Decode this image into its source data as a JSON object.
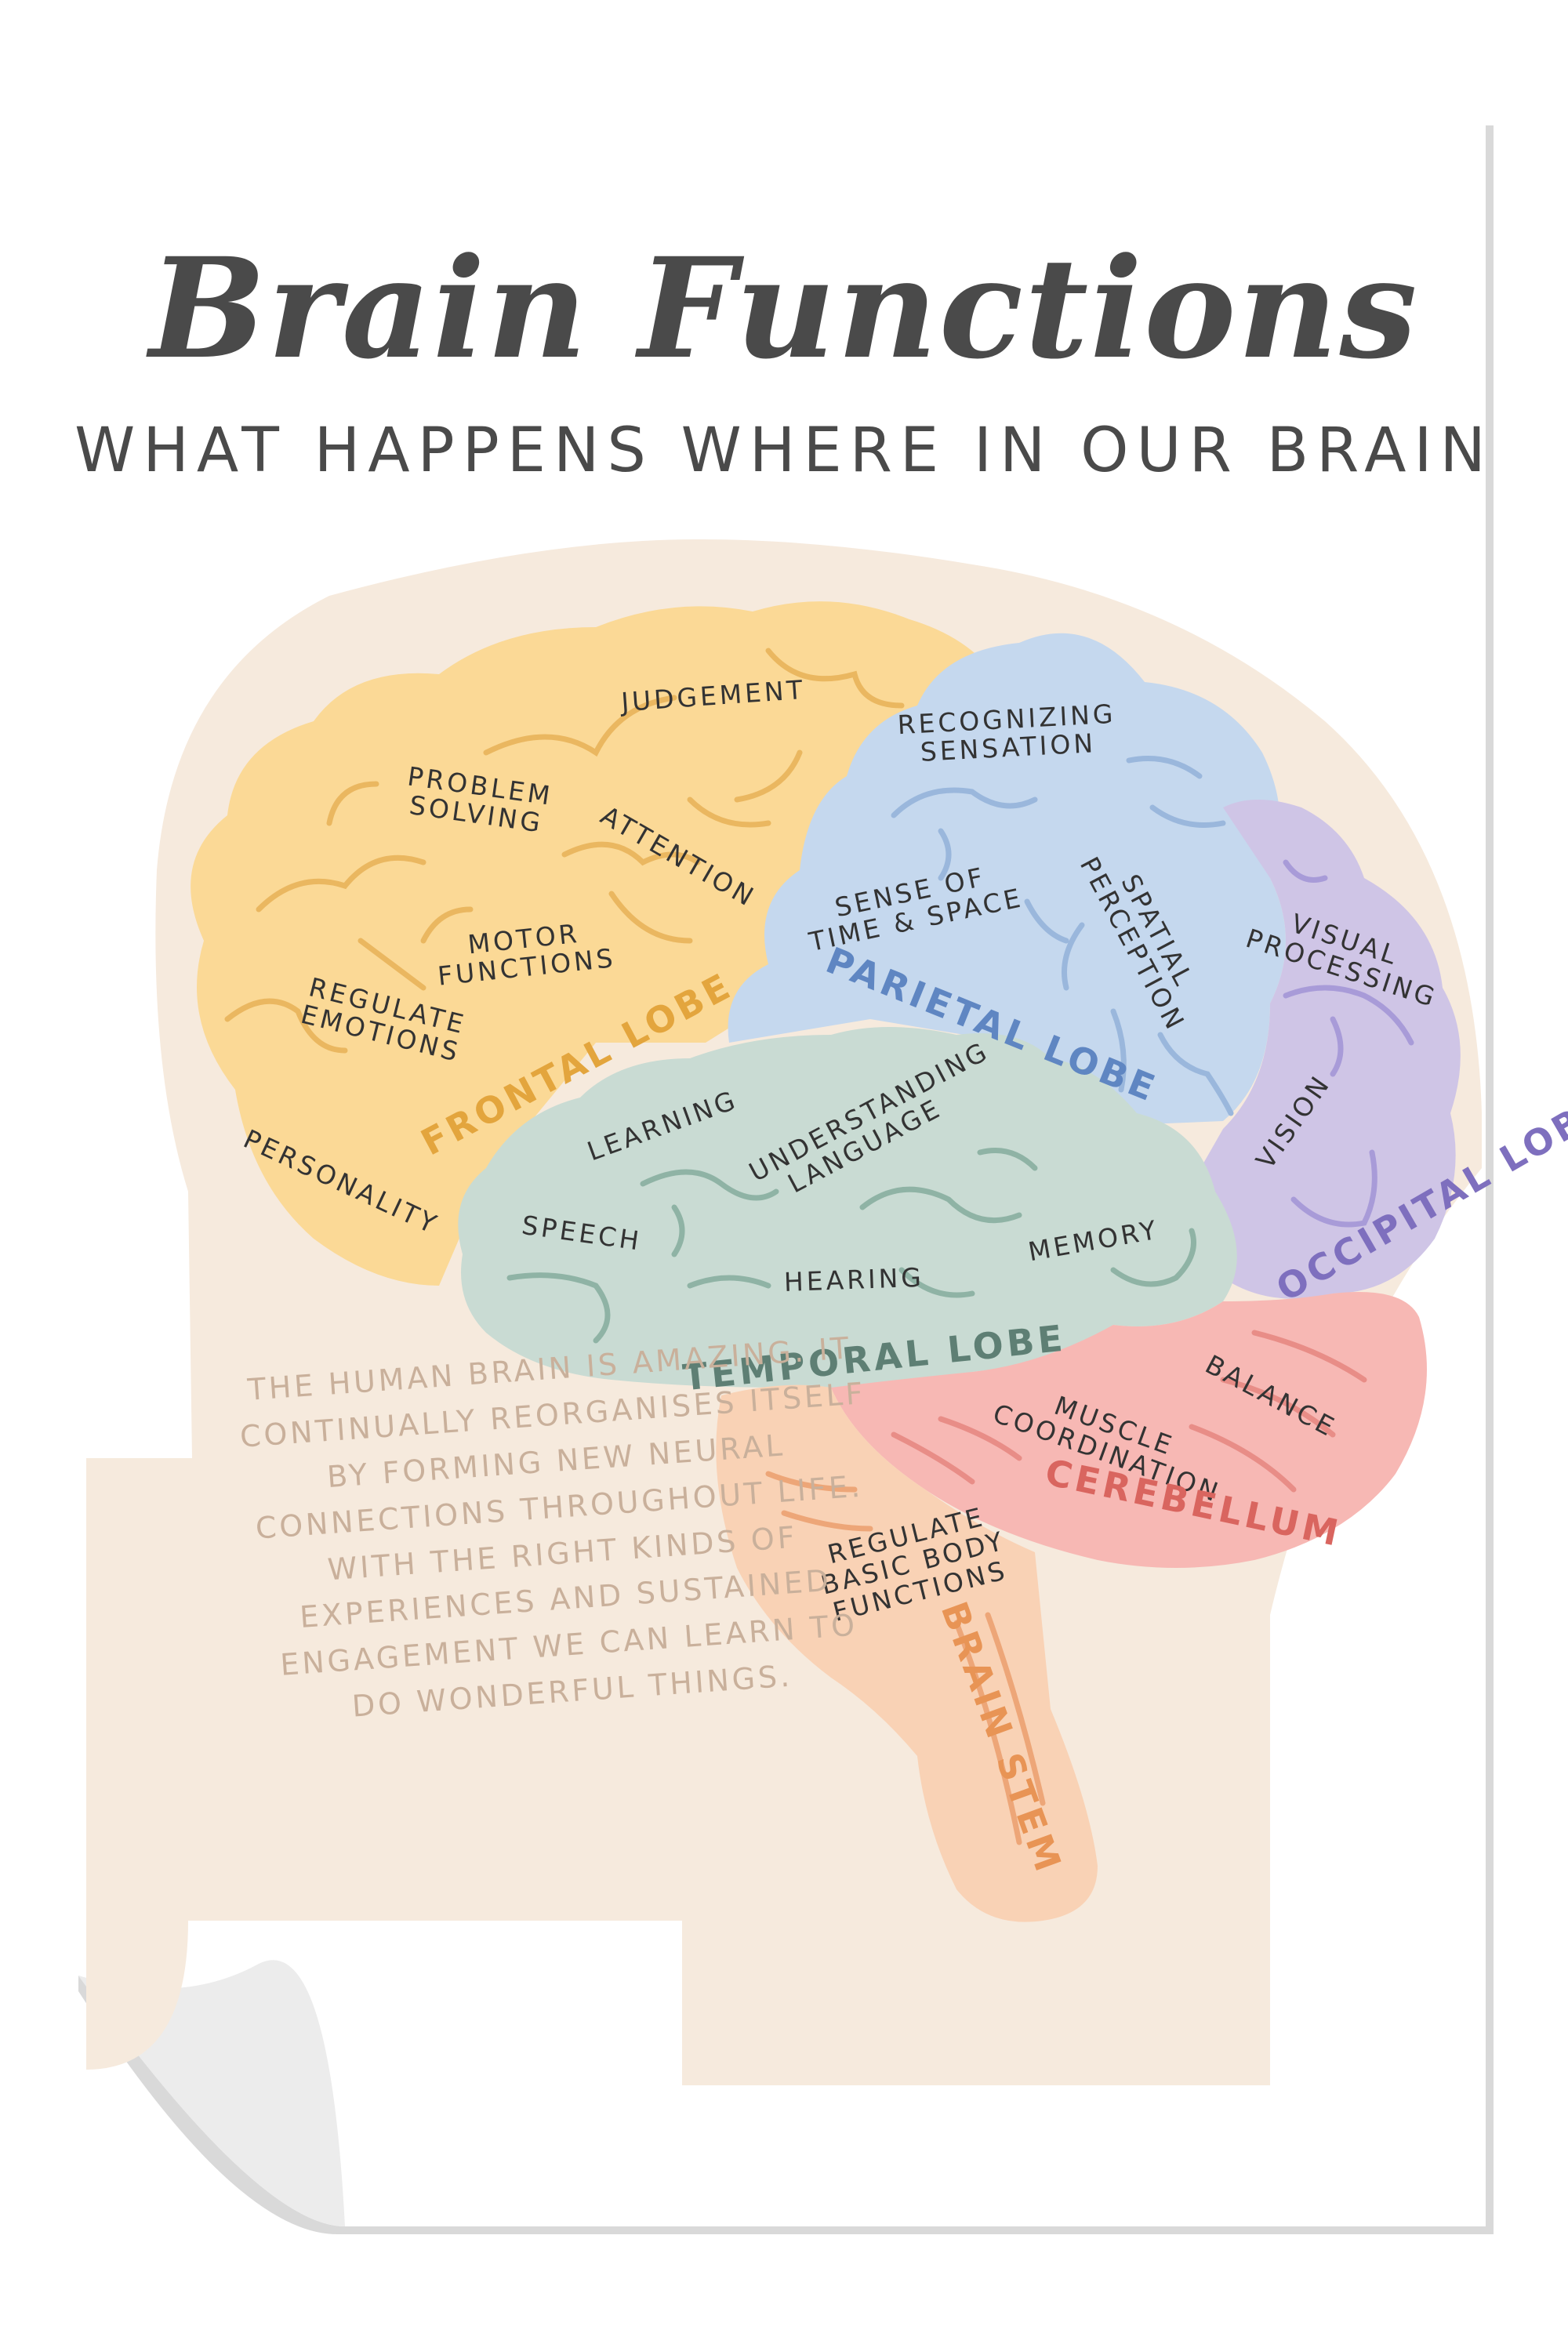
{
  "poster": {
    "title": "Brain Functions",
    "subtitle": "WHAT HAPPENS WHERE IN OUR BRAIN",
    "blurb": "THE HUMAN BRAIN IS AMAZING. IT CONTINUALLY REORGANISES ITSELF BY FORMING NEW NEURAL CONNECTIONS THROUGHOUT LIFE. WITH THE RIGHT KINDS OF EXPERIENCES AND SUSTAINED ENGAGEMENT WE CAN LEARN TO DO WONDERFUL THINGS."
  },
  "colors": {
    "frontal": "#fbd996",
    "frontal_text": "#e3a53d",
    "parietal": "#c5d8ee",
    "parietal_text": "#5f86c2",
    "occipital": "#cfc5e6",
    "occipital_text": "#7e6fbe",
    "temporal": "#c9dbd3",
    "temporal_text": "#5e7f74",
    "cerebellum": "#f7b8b4",
    "cerebellum_text": "#d9655f",
    "brainstem": "#f9d2b5",
    "brainstem_text": "#e89455",
    "head": "#f6eadd",
    "text": "#4a4a4a",
    "blurb_text": "#c9b09b"
  },
  "lobes": {
    "frontal": {
      "name": "FRONTAL LOBE",
      "functions": [
        "JUDGEMENT",
        "PROBLEM\nSOLVING",
        "ATTENTION",
        "MOTOR\nFUNCTIONS",
        "REGULATE\nEMOTIONS",
        "PERSONALITY"
      ]
    },
    "parietal": {
      "name": "PARIETAL LOBE",
      "functions": [
        "RECOGNIZING\nSENSATION",
        "SENSE OF\nTIME & SPACE",
        "SPATIAL\nPERCEPTION"
      ]
    },
    "occipital": {
      "name": "OCCIPITAL LOBE",
      "functions": [
        "VISUAL\nPROCESSING",
        "VISION"
      ]
    },
    "temporal": {
      "name": "TEMPORAL LOBE",
      "functions": [
        "LEARNING",
        "UNDERSTANDING\nLANGUAGE",
        "SPEECH",
        "HEARING",
        "MEMORY"
      ]
    },
    "cerebellum": {
      "name": "CEREBELLUM",
      "functions": [
        "BALANCE",
        "MUSCLE\nCOORDINATION"
      ]
    },
    "brainstem": {
      "name": "BRAIN STEM",
      "functions": [
        "REGULATE\nBASIC BODY\nFUNCTIONS"
      ]
    }
  }
}
